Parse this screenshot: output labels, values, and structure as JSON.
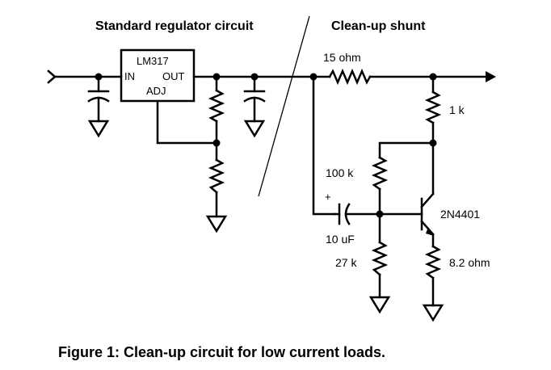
{
  "headings": {
    "left": "Standard regulator circuit",
    "right": "Clean-up shunt"
  },
  "regulator": {
    "part": "LM317",
    "pin_in": "IN",
    "pin_out": "OUT",
    "pin_adj": "ADJ"
  },
  "components": {
    "series_resistor": "15 ohm",
    "collector_resistor": "1 k",
    "bias_resistor_top": "100 k",
    "bias_resistor_bottom": "27 k",
    "capacitor": "10 uF",
    "capacitor_polarity": "+",
    "transistor": "2N4401",
    "emitter_resistor": "8.2 ohm"
  },
  "caption": "Figure 1: Clean-up circuit for low current loads."
}
